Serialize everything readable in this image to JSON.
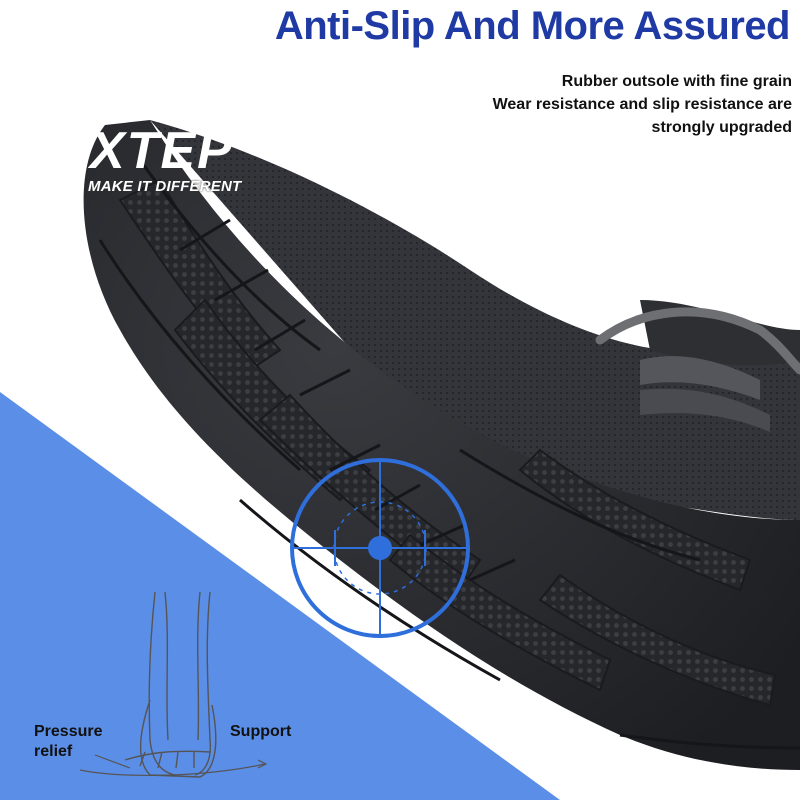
{
  "headline": "Anti-Slip And More Assured",
  "subtext": {
    "line1": "Rubber outsole with fine grain",
    "line2": "Wear resistance and slip resistance are",
    "line3": "strongly upgraded"
  },
  "brand": {
    "logo_text": "XTEP",
    "tagline": "MAKE IT DIFFERENT"
  },
  "diagram": {
    "label_left": "Pressure relief",
    "label_right": "Support"
  },
  "icons": {
    "logo": "xtep-logo",
    "target": "crosshair-target-icon",
    "foot": "foot-skeleton-diagram"
  },
  "colors": {
    "headline": "#1f3aa4",
    "ramp": "#5b8ee6",
    "target_ring": "#2f6fdc",
    "shoe_dark": "#2a2a2e",
    "shoe_mesh": "#3b3c40",
    "lace": "#6e6f72"
  }
}
